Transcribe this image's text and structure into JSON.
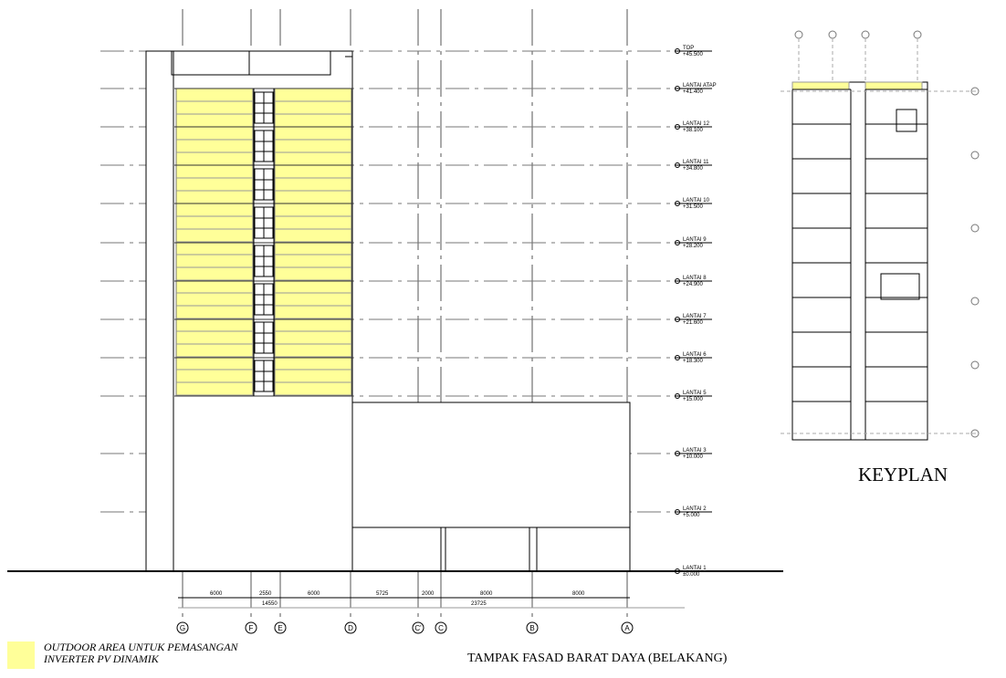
{
  "drawing_title": "TAMPAK FASAD BARAT DAYA (BELAKANG)",
  "keyplan_title": "KEYPLAN",
  "legend": {
    "line1": "OUTDOOR AREA UNTUK PEMASANGAN",
    "line2": "INVERTER PV DINAMIK",
    "color": "#ffff99"
  },
  "levels": [
    {
      "name": "TOP",
      "elev": "+45.500"
    },
    {
      "name": "LANTAI ATAP",
      "elev": "+41.400"
    },
    {
      "name": "LANTAI 12",
      "elev": "+38.100"
    },
    {
      "name": "LANTAI 11",
      "elev": "+34.800"
    },
    {
      "name": "LANTAI 10",
      "elev": "+31.500"
    },
    {
      "name": "LANTAI 9",
      "elev": "+28.200"
    },
    {
      "name": "LANTAI 8",
      "elev": "+24.900"
    },
    {
      "name": "LANTAI 7",
      "elev": "+21.600"
    },
    {
      "name": "LANTAI 6",
      "elev": "+18.300"
    },
    {
      "name": "LANTAI 5",
      "elev": "+15.000"
    },
    {
      "name": "LANTAI 3",
      "elev": "+10.000"
    },
    {
      "name": "LANTAI 2",
      "elev": "+5.000"
    },
    {
      "name": "LANTAI 1",
      "elev": "±0.000"
    }
  ],
  "grids": [
    "G",
    "F",
    "E",
    "D",
    "C'",
    "C",
    "B",
    "A"
  ],
  "dimensions": [
    "6000",
    "2550",
    "6000",
    "5725",
    "2000",
    "8000",
    "8000"
  ],
  "totals": [
    "14550",
    "23725"
  ]
}
